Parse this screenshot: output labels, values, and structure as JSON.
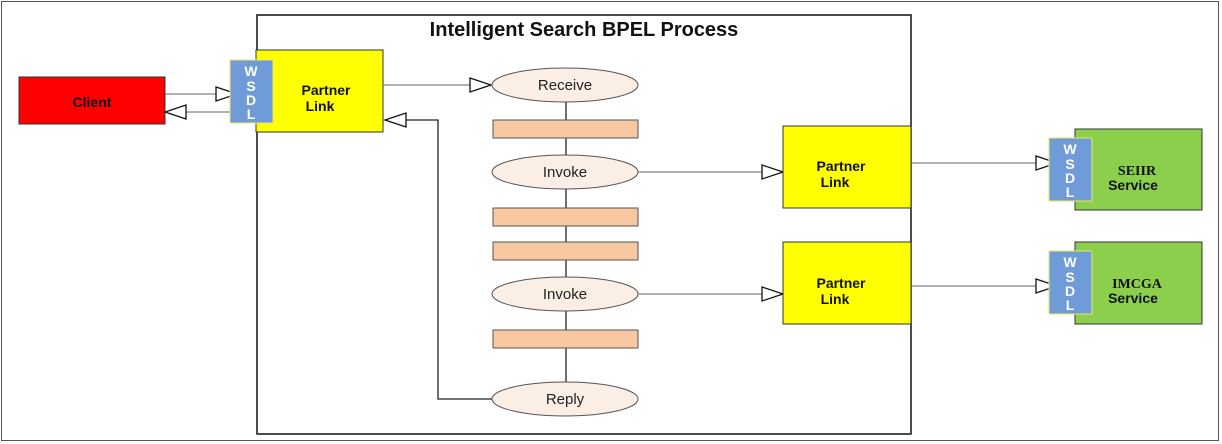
{
  "title": "Intelligent Search BPEL Process",
  "client": {
    "label": "Client",
    "color": "#ff0000"
  },
  "wsdl": {
    "letters": [
      "W",
      "S",
      "D",
      "L"
    ],
    "color": "#6f9bd8"
  },
  "partner_links": [
    {
      "line1": "Partner",
      "line2": "Link"
    },
    {
      "line1": "Partner",
      "line2": "Link"
    },
    {
      "line1": "Partner",
      "line2": "Link"
    }
  ],
  "activities": [
    {
      "label": "Receive"
    },
    {
      "label": "Invoke"
    },
    {
      "label": "Invoke"
    },
    {
      "label": "Reply"
    }
  ],
  "services": [
    {
      "line1": "SEIIR",
      "line2": "Service"
    },
    {
      "line1": "IMCGA",
      "line2": "Service"
    }
  ],
  "colors": {
    "partner_link": "#ffff00",
    "activity_fill": "#fbeee4",
    "task_fill": "#f8c9a0",
    "service": "#8ccf4d"
  }
}
